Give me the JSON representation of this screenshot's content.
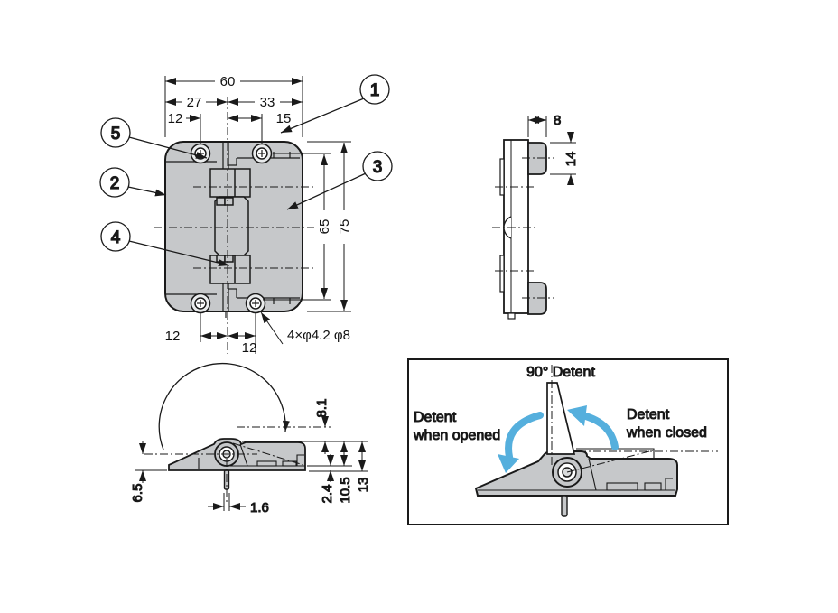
{
  "drawing": {
    "front": {
      "dim_width": "60",
      "dim_left": "27",
      "dim_right": "33",
      "dim_hole_left": "12",
      "dim_hole_right": "15",
      "dim_hole_pitch": "65",
      "dim_height": "75",
      "dim_bottom_left": "12",
      "dim_bottom_right": "12",
      "note_holes": "4×φ4.2 φ8"
    },
    "callouts": {
      "c1": "1",
      "c2": "2",
      "c3": "3",
      "c4": "4",
      "c5": "5"
    },
    "side": {
      "dim_depth": "8",
      "dim_tab": "14"
    },
    "profile": {
      "dim_axis": "6.5",
      "dim_flap": "8.1",
      "dim_plate": "2.4",
      "dim_mid": "10.5",
      "dim_total": "13",
      "dim_pin": "1.6"
    },
    "detent": {
      "title": "90° Detent",
      "opened_line1": "Detent",
      "opened_line2": "when opened",
      "closed_line1": "Detent",
      "closed_line2": "when closed"
    },
    "colors": {
      "metal": "#c6c8ca",
      "arrow_blue": "#55afdd",
      "line": "#1a1a1a"
    }
  }
}
